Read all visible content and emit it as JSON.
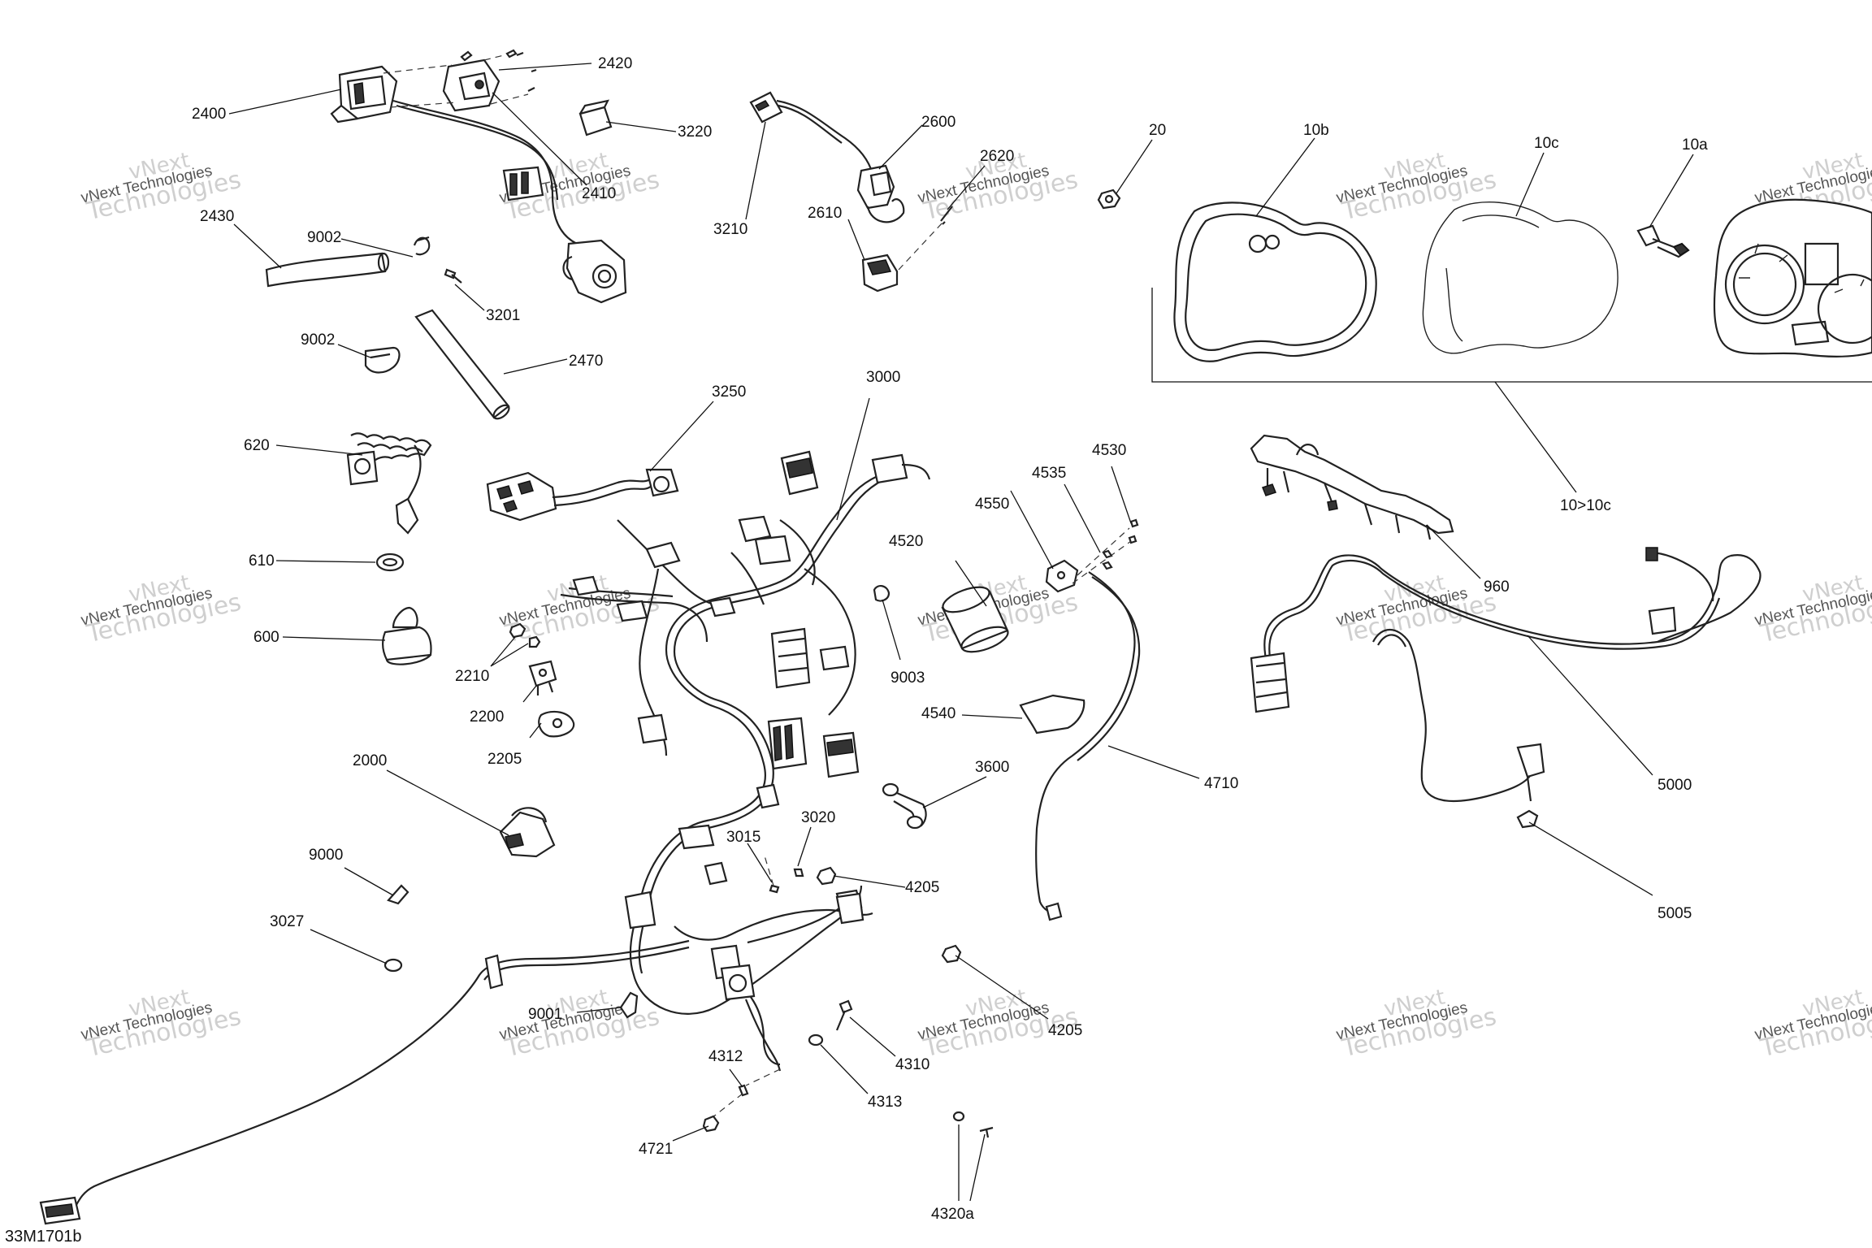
{
  "diagram": {
    "code": "33M1701b",
    "watermark": {
      "line1": "vNext",
      "line2": "Technologies"
    },
    "callouts": [
      "2400",
      "2420",
      "2410",
      "3220",
      "2430",
      "9002",
      "3201",
      "9002",
      "2470",
      "2600",
      "3210",
      "2610",
      "2620",
      "20",
      "10b",
      "10c",
      "10a",
      "10>10c",
      "3250",
      "3000",
      "620",
      "610",
      "600",
      "2210",
      "2200",
      "2205",
      "4520",
      "4550",
      "4535",
      "4530",
      "9003",
      "4540",
      "960",
      "5000",
      "3600",
      "4710",
      "2000",
      "9000",
      "3027",
      "3015",
      "3020",
      "4205",
      "9001",
      "4312",
      "4310",
      "4313",
      "4721",
      "4205",
      "4320a",
      "5005"
    ]
  }
}
